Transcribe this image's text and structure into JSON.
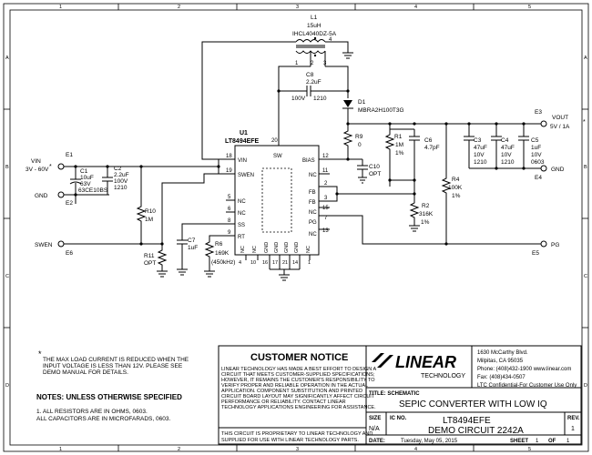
{
  "frame": {
    "row_labels": [
      "A",
      "B",
      "C",
      "D"
    ],
    "col_labels": [
      "1",
      "2",
      "3",
      "4",
      "5"
    ]
  },
  "inductor": {
    "ref": "L1",
    "value": "15uH",
    "part": "IHCL4040DZ-5A",
    "pins": [
      "1",
      "2",
      "3",
      "4"
    ]
  },
  "cap_c8": {
    "ref": "C8",
    "value": "2.2uF",
    "voltage": "100V",
    "size": "1210"
  },
  "diode_d1": {
    "ref": "D1",
    "part": "MBRA2H100T3G"
  },
  "ic": {
    "ref": "U1",
    "part": "LT8494EFE",
    "pin_labels_left": [
      "VIN",
      "SWEN",
      "NC",
      "NC",
      "SS",
      "RT"
    ],
    "pin_nums_left": [
      "18",
      "19",
      "5",
      "6",
      "8",
      "9"
    ],
    "pin_labels_right": [
      "BIAS",
      "NC",
      "FB",
      "FB",
      "NC",
      "PG",
      "NC"
    ],
    "pin_nums_right": [
      "12",
      "11",
      "2",
      "3",
      "15",
      "7",
      "13"
    ],
    "pin_top": "SW",
    "pin_top_num": "20",
    "bottom_labels": [
      "NC",
      "NC",
      "GND",
      "GND",
      "GND",
      "GND",
      "NC"
    ],
    "bottom_nums": [
      "4",
      "10",
      "16",
      "17",
      "21",
      "14",
      "1"
    ]
  },
  "input": {
    "ref_vin": "E1",
    "label_vin": "VIN",
    "range": "3V - 60V",
    "star": "*",
    "ref_gnd": "E2",
    "label_gnd": "GND"
  },
  "cap_c1": {
    "ref": "C1",
    "value": "10uF",
    "voltage": "63V",
    "part": "63CE10BS"
  },
  "cap_c2": {
    "ref": "C2",
    "value": "2.2uF",
    "voltage": "100V",
    "size": "1210"
  },
  "swen": {
    "label": "SWEN",
    "ref": "E6"
  },
  "r10": {
    "ref": "R10",
    "value": "1M"
  },
  "r11": {
    "ref": "R11",
    "value": "OPT"
  },
  "c7": {
    "ref": "C7",
    "value": "1uF"
  },
  "r6": {
    "ref": "R6",
    "value": "169K",
    "note": "(450kHz)"
  },
  "r9": {
    "ref": "R9",
    "value": "0"
  },
  "c10": {
    "ref": "C10",
    "value": "OPT"
  },
  "r1": {
    "ref": "R1",
    "value": "1M",
    "tol": "1%"
  },
  "c6": {
    "ref": "C6",
    "value": "4.7pF"
  },
  "r2": {
    "ref": "R2",
    "value": "316K",
    "tol": "1%"
  },
  "r4": {
    "ref": "R4",
    "value": "100K",
    "tol": "1%"
  },
  "out_caps": [
    {
      "ref": "C3",
      "value": "47uF",
      "voltage": "10V",
      "size": "1210"
    },
    {
      "ref": "C4",
      "value": "47uF",
      "voltage": "10V",
      "size": "1210"
    },
    {
      "ref": "C5",
      "value": "1uF",
      "voltage": "10V",
      "size": "0603"
    }
  ],
  "output": {
    "ref_vout": "E3",
    "label_vout": "VOUT",
    "rating": "5V / 1A",
    "star": "*",
    "ref_gnd": "E4",
    "label_gnd": "GND",
    "ref_pg": "E5",
    "label_pg": "PG"
  },
  "footnote": {
    "star": "*",
    "text": [
      "THE MAX LOAD CURRENT IS REDUCED WHEN THE",
      "INPUT VOLTAGE IS LESS THAN 12V. PLEASE SEE",
      "DEMO MANUAL FOR DETAILS."
    ]
  },
  "notes": {
    "heading": "NOTES:  UNLESS OTHERWISE SPECIFIED",
    "items": [
      "1.  ALL RESISTORS ARE IN OHMS, 0603.",
      "     ALL CAPACITORS ARE IN MICROFARADS, 0603."
    ]
  },
  "notice": {
    "title": "CUSTOMER NOTICE",
    "body": [
      "LINEAR TECHNOLOGY HAS MADE A BEST EFFORT TO DESIGN A",
      "CIRCUIT THAT MEETS CUSTOMER-SUPPLIED SPECIFICATIONS;",
      "HOWEVER, IT REMAINS THE CUSTOMER'S RESPONSIBILITY TO",
      "VERIFY PROPER AND RELIABLE OPERATION IN THE ACTUAL",
      "APPLICATION. COMPONENT SUBSTITUTION AND PRINTED",
      "CIRCUIT BOARD LAYOUT MAY SIGNIFICANTLY AFFECT CIRCUIT",
      "PERFORMANCE OR RELIABILITY.  CONTACT LINEAR",
      "TECHNOLOGY APPLICATIONS ENGINEERING FOR ASSISTANCE."
    ],
    "proprietary": [
      "THIS CIRCUIT IS PROPRIETARY TO LINEAR TECHNOLOGY AND",
      "SUPPLIED FOR USE WITH LINEAR TECHNOLOGY PARTS."
    ]
  },
  "company": {
    "logo": "LINEAR",
    "logo_sub": "TECHNOLOGY",
    "address": [
      "1630 McCarthy Blvd.",
      "Milpitas, CA 95035",
      "Phone: (408)432-1900  www.linear.com",
      "Fax: (408)434-0507",
      "LTC Confidential-For Customer Use Only"
    ]
  },
  "titleblock": {
    "title_label": "TITLE: SCHEMATIC",
    "title": "SEPIC CONVERTER WITH LOW IQ",
    "size_label": "SIZE",
    "size": "N/A",
    "icno_label": "IC NO.",
    "ic_no": "LT8494EFE",
    "demo": "DEMO CIRCUIT 2242A",
    "rev_label": "REV.",
    "rev": "1",
    "date_label": "DATE:",
    "date": "Tuesday, May 05, 2015",
    "sheet_label": "SHEET",
    "sheet": "1",
    "of_label": "OF",
    "of": "1"
  }
}
